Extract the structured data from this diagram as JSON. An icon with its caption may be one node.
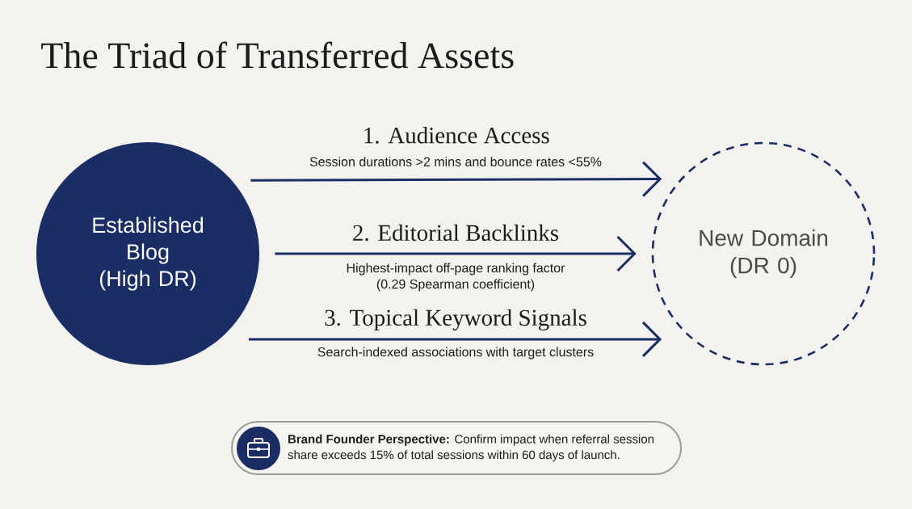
{
  "diagram": {
    "title": "The Triad of Transferred Assets",
    "nodes": [
      {
        "text": [
          "Established Blog (High DR)"
        ]
      },
      {
        "text": [
          "New Domain (DR 0)"
        ]
      },
      {
        "text": [
          "**Brand Founder Perspective:** Confirm impact when referral session share exceeds 15% of total sessions within 60 days of launch."
        ]
      }
    ],
    "edges": [
      {
        "from": 0,
        "to": 1,
        "arrow": "to",
        "label": "1. Audience Access"
      },
      {
        "from": 0,
        "to": 1,
        "arrow": "to",
        "label": "2. Editorial Backlinks"
      },
      {
        "from": 0,
        "to": 1,
        "arrow": "to",
        "label": "3. Topical Keyword Signals"
      }
    ],
    "labels": [
      "Session durations >2 mins and bounce rates <55%",
      "Highest-impact off-page ranking factor (0.29 Spearman coefficient)",
      "Search-indexed associations with target clusters"
    ]
  }
}
